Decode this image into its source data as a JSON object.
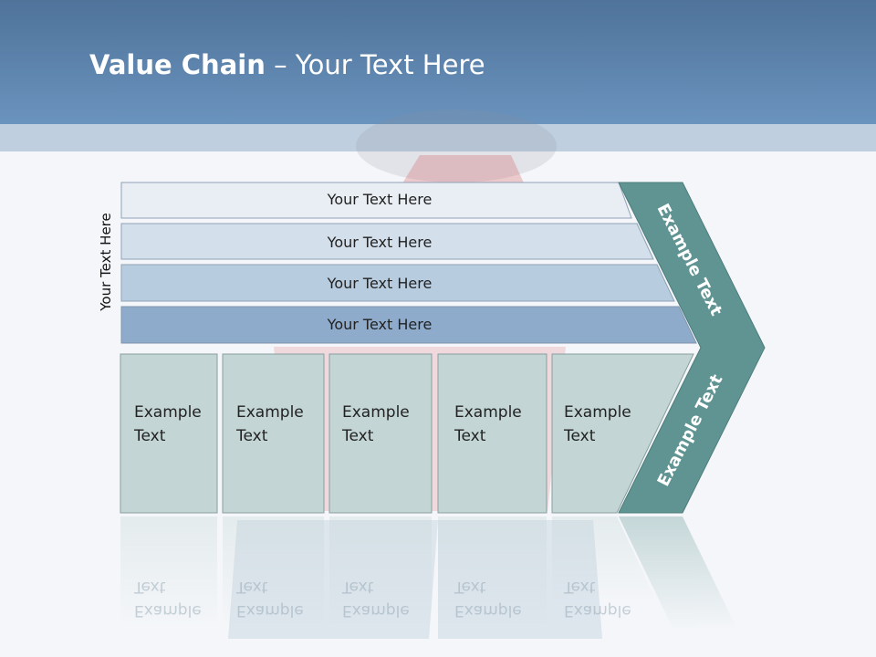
{
  "title": {
    "bold": "Value Chain",
    "rest": " – Your Text Here"
  },
  "side_label": "Your Text Here",
  "rows": [
    "Your Text Here",
    "Your Text Here",
    "Your Text Here",
    "Your Text Here"
  ],
  "boxes": [
    "Example\nText",
    "Example\nText",
    "Example\nText",
    "Example\nText",
    "Example\nText"
  ],
  "chevron_top_label": "Example Text",
  "chevron_bottom_label": "Example Text",
  "colors": {
    "header": "#5b82ab",
    "row_fills": [
      "#e9eef5",
      "#d3dfeb",
      "#b8cce0",
      "#8eabcb"
    ],
    "box_fill": "#c3d6d5",
    "chevron": "#5f9492"
  }
}
